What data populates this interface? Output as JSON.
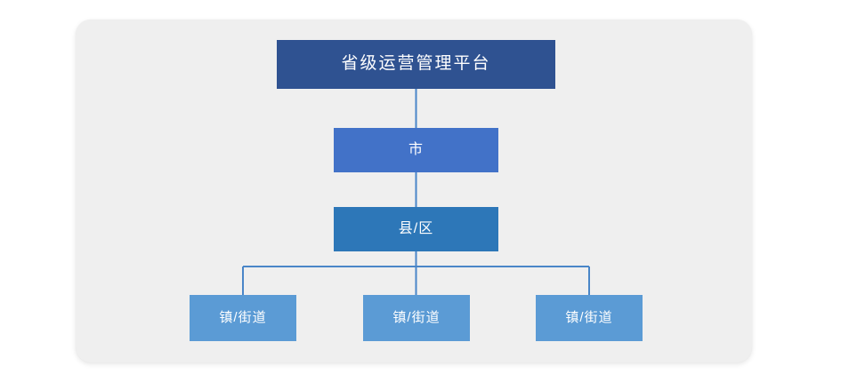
{
  "diagram": {
    "title_text": "省级运营管理平台",
    "type": "organization-hierarchy",
    "background_color": "#ffffff",
    "panel_color": "#efefef",
    "connector_color": "#4a86c8",
    "levels": [
      {
        "id": "province",
        "label": "省级运营管理平台",
        "color": "#2f5291",
        "text_color": "#ffffff"
      },
      {
        "id": "city",
        "label": "市",
        "color": "#4272c8",
        "text_color": "#ffffff"
      },
      {
        "id": "county",
        "label": "县/区",
        "color": "#2d77b8",
        "text_color": "#ffffff"
      }
    ],
    "towns": [
      {
        "id": "town-1",
        "label": "镇/街道",
        "color": "#5b9bd5",
        "text_color": "#ffffff"
      },
      {
        "id": "town-2",
        "label": "镇/街道",
        "color": "#5b9bd5",
        "text_color": "#ffffff"
      },
      {
        "id": "town-3",
        "label": "镇/街道",
        "color": "#5b9bd5",
        "text_color": "#ffffff"
      }
    ]
  }
}
